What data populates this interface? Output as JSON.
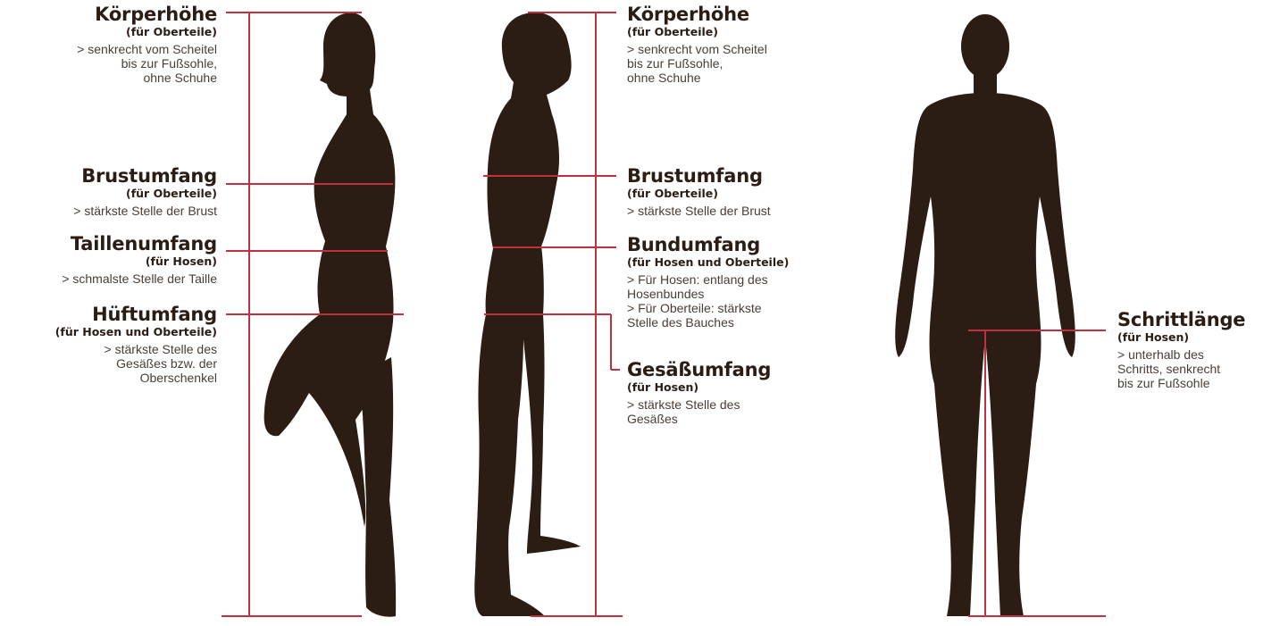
{
  "colors": {
    "silhouette": "#2b1c14",
    "measure_line": "#c0303f",
    "text": "#2b1c14",
    "description": "#4a3d36"
  },
  "woman": {
    "koerperhoehe": {
      "title": "Körperhöhe",
      "sub": "(für Oberteile)",
      "desc": "senkrecht vom Scheitel\nbis zur Fußsohle,\nohne Schuhe"
    },
    "brustumfang": {
      "title": "Brustumfang",
      "sub": "(für Oberteile)",
      "desc": "stärkste Stelle der Brust"
    },
    "taillenumfang": {
      "title": "Taillenumfang",
      "sub": "(für Hosen)",
      "desc": "schmalste Stelle der Taille"
    },
    "hueftumfang": {
      "title": "Hüftumfang",
      "sub": "(für Hosen und Oberteile)",
      "desc": "stärkste Stelle des\nGesäßes bzw. der\nOberschenkel"
    }
  },
  "man_side": {
    "koerperhoehe": {
      "title": "Körperhöhe",
      "sub": "(für Oberteile)",
      "desc": "senkrecht vom Scheitel\nbis zur Fußsohle,\nohne Schuhe"
    },
    "brustumfang": {
      "title": "Brustumfang",
      "sub": "(für Oberteile)",
      "desc": "stärkste Stelle der Brust"
    },
    "bundumfang": {
      "title": "Bundumfang",
      "sub": "(für Hosen und Oberteile)",
      "desc1": "Für Hosen: entlang des\nHosenbundes",
      "desc2": "Für Oberteile: stärkste\nStelle des Bauches"
    },
    "gesaessumfang": {
      "title": "Gesäßumfang",
      "sub": "(für Hosen)",
      "desc": "stärkste Stelle des\nGesäßes"
    }
  },
  "man_front": {
    "schrittlaenge": {
      "title": "Schrittlänge",
      "sub": "(für Hosen)",
      "desc": "unterhalb des\nSchritts, senkrecht\nbis zur Fußsohle"
    }
  }
}
